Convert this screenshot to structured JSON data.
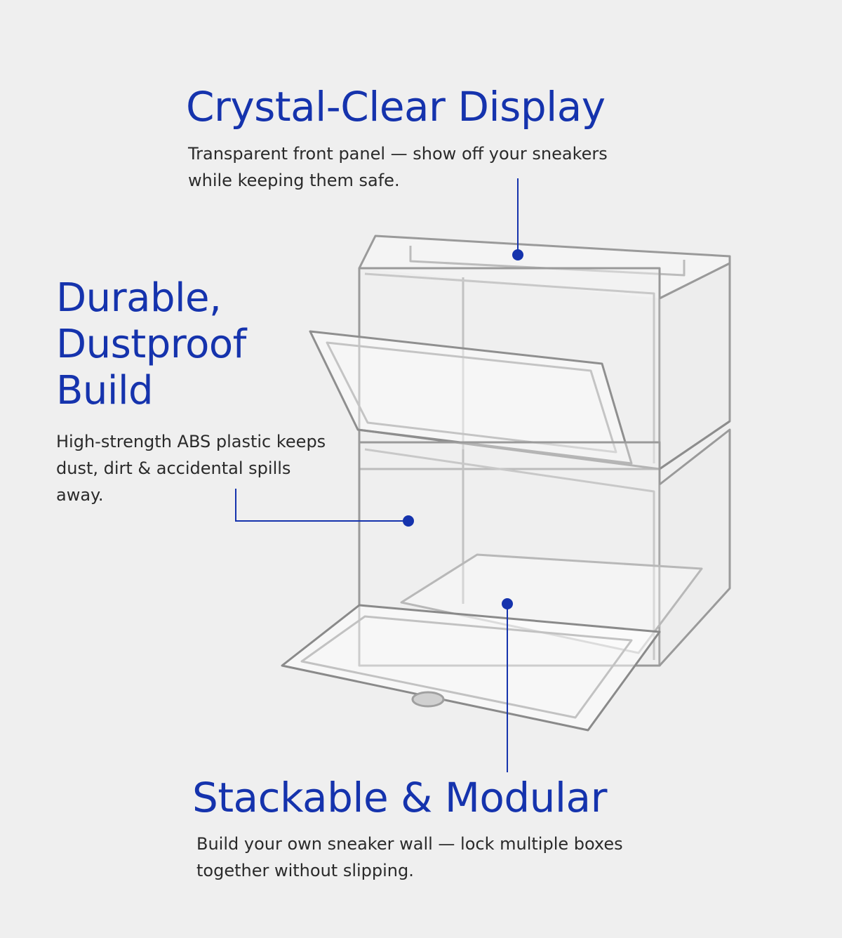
{
  "theme": {
    "accent": "#1533ad",
    "text": "#2a2a2a",
    "background": "#efefef"
  },
  "features": [
    {
      "title": "Crystal-Clear Display",
      "description": "Transparent front panel — show off your sneakers while keeping them safe."
    },
    {
      "title": "Durable, Dustproof Build",
      "description": "High-strength ABS plastic keeps dust, dirt & accidental spills away."
    },
    {
      "title": "Stackable & Modular",
      "description": "Build your own sneaker wall — lock multiple boxes together without slipping."
    }
  ],
  "product_image": "stacked-clear-shoe-boxes"
}
